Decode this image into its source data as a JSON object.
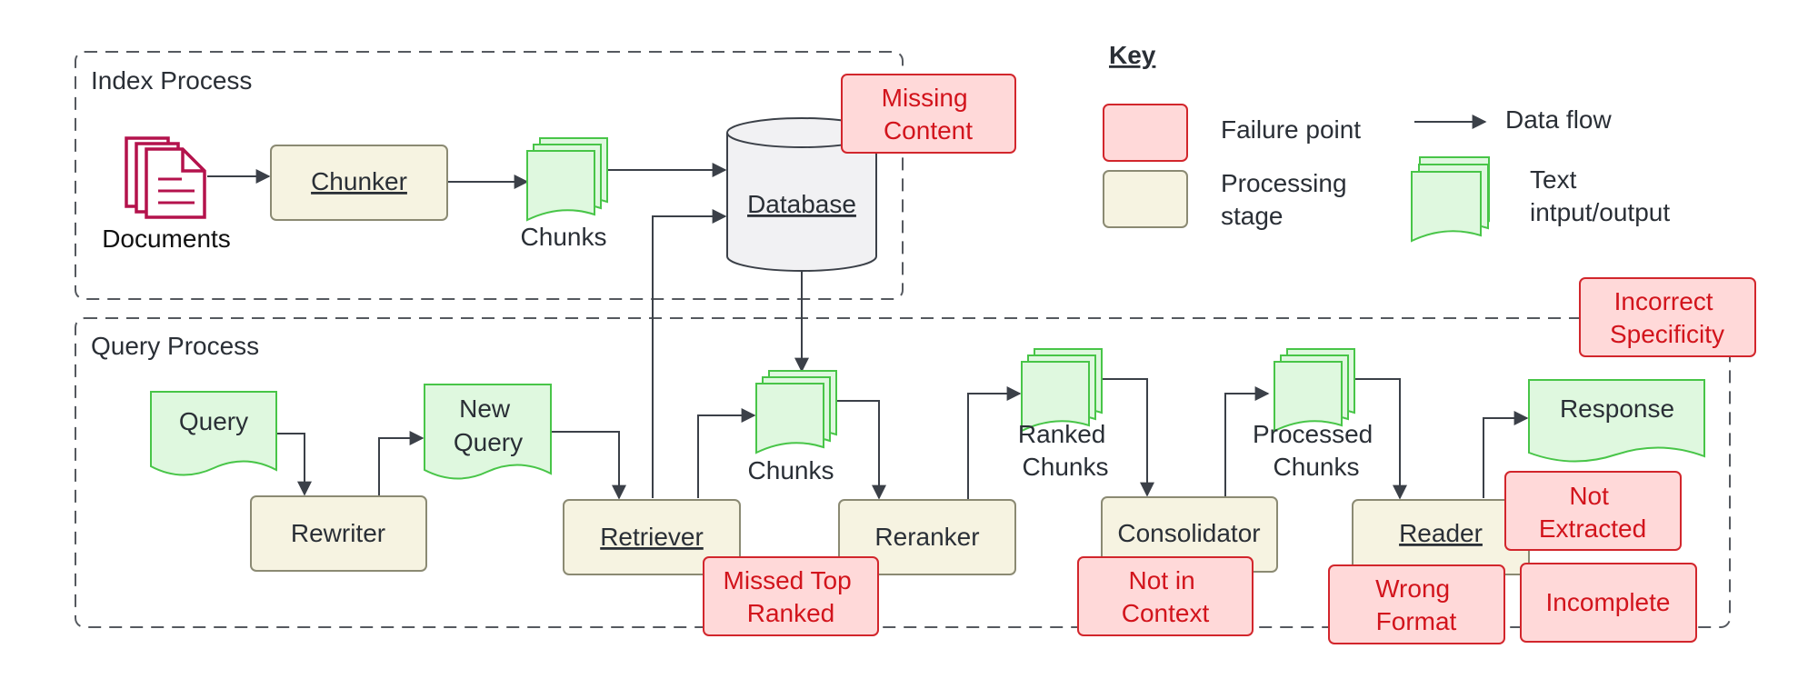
{
  "sections": {
    "index": "Index Process",
    "query": "Query Process"
  },
  "index": {
    "documents": "Documents",
    "chunker": "Chunker",
    "chunks": "Chunks",
    "database": "Database"
  },
  "query": {
    "query": "Query",
    "rewriter": "Rewriter",
    "new_query": [
      "New",
      "Query"
    ],
    "retriever": "Retriever",
    "chunks": "Chunks",
    "reranker": "Reranker",
    "ranked_chunks": [
      "Ranked",
      "Chunks"
    ],
    "consolidator": "Consolidator",
    "processed_chunks": [
      "Processed",
      "Chunks"
    ],
    "reader": "Reader",
    "response": "Response"
  },
  "failures": {
    "missing_content": [
      "Missing",
      "Content"
    ],
    "missed_top_ranked": [
      "Missed Top",
      "Ranked"
    ],
    "not_in_context": [
      "Not in",
      "Context"
    ],
    "not_extracted": [
      "Not",
      "Extracted"
    ],
    "wrong_format": [
      "Wrong",
      "Format"
    ],
    "incomplete": "Incomplete",
    "incorrect_specificity": [
      "Incorrect",
      "Specificity"
    ]
  },
  "key": {
    "title": "Key",
    "failure_point": "Failure point",
    "processing_stage": [
      "Processing",
      "stage"
    ],
    "data_flow": "Data flow",
    "text_io": [
      "Text",
      "intput/output"
    ]
  },
  "colors": {
    "failure_fill": "#ffd9d9",
    "failure_stroke": "#d2262c",
    "failure_text": "#d2141c",
    "stage_fill": "#f6f3e1",
    "stage_stroke": "#8b8a73",
    "doc_fill": "#dff8df",
    "doc_stroke": "#48c548",
    "db_fill": "#f1f1f3",
    "line": "#3b4048",
    "text": "#2a2f36",
    "documents_icon": "#b4124c"
  }
}
